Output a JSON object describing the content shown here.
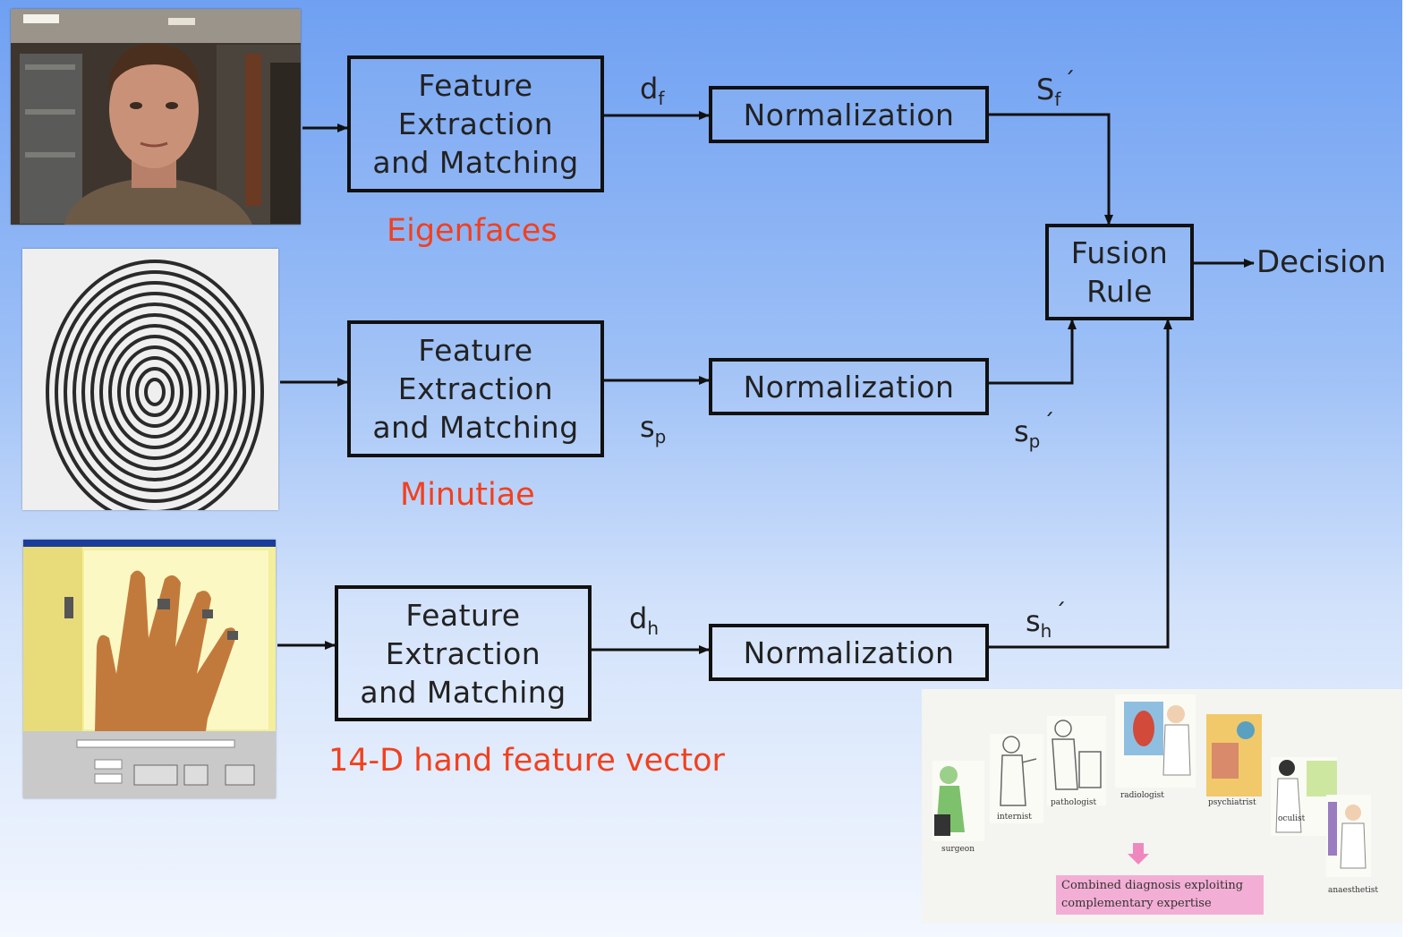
{
  "rows": [
    {
      "box": [
        "Feature",
        "Extraction",
        "and Matching"
      ],
      "method": "Eigenfaces",
      "raw_score": {
        "base": "d",
        "sub": "f"
      },
      "norm": "Normalization",
      "norm_score": {
        "base": "S",
        "sub": "f"
      }
    },
    {
      "box": [
        "Feature",
        "Extraction",
        "and Matching"
      ],
      "method": "Minutiae",
      "raw_score": {
        "base": "s",
        "sub": "p"
      },
      "norm": "Normalization",
      "norm_score": {
        "base": "s",
        "sub": "p"
      }
    },
    {
      "box": [
        "Feature",
        "Extraction",
        "and Matching"
      ],
      "method": "14-D hand feature vector",
      "raw_score": {
        "base": "d",
        "sub": "h"
      },
      "norm": "Normalization",
      "norm_score": {
        "base": "s",
        "sub": "h"
      }
    }
  ],
  "prime": "´",
  "fusion": [
    "Fusion",
    "Rule"
  ],
  "decision": "Decision",
  "inset": {
    "captions": [
      "surgeon",
      "internist",
      "pathologist",
      "radiologist",
      "psychiatrist",
      "oculist",
      "anaesthetist"
    ],
    "combined": [
      "Combined diagnosis exploiting",
      "complementary expertise"
    ]
  },
  "colors": {
    "method_label": "#f2401e",
    "box_border": "#111111",
    "combined_bg": "#f3aed5"
  }
}
